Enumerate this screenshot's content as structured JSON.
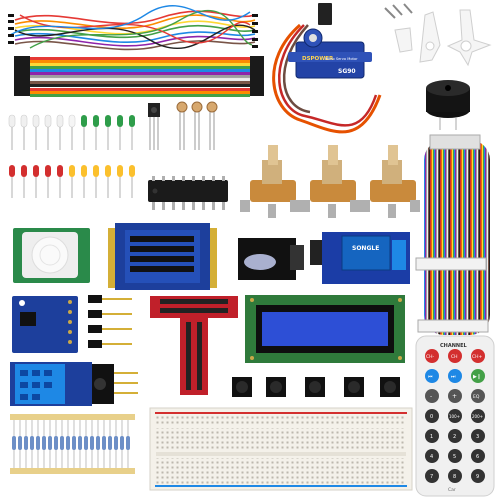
{
  "servo": {
    "brand": "DSPOWER",
    "subtitle": "Micro Servo Motor",
    "model": "SG90"
  },
  "relay": {
    "brand": "SONGLE"
  },
  "remote": {
    "header": "CHANNEL",
    "row1": [
      "CH-",
      "CH",
      "CH+"
    ],
    "row2": [
      "⏮",
      "⏭",
      "▶❙"
    ],
    "row3": [
      "-",
      "+",
      "EQ"
    ],
    "row4": [
      "0",
      "100+",
      "200+"
    ],
    "row5": [
      "1",
      "2",
      "3"
    ],
    "row6": [
      "4",
      "5",
      "6"
    ],
    "row7": [
      "7",
      "8",
      "9"
    ],
    "footer": "Car"
  },
  "colors": {
    "board_blue": "#1d3f9c",
    "board_red": "#c0202a",
    "board_green": "#2a8a4a",
    "lcd": "#2d4fd6",
    "ribbon": [
      "#d32f2f",
      "#ef6c00",
      "#fdd835",
      "#43a047",
      "#1e88e5",
      "#8e24aa",
      "#9e9e9e",
      "#ffffff",
      "#5d4037",
      "#212121"
    ]
  }
}
